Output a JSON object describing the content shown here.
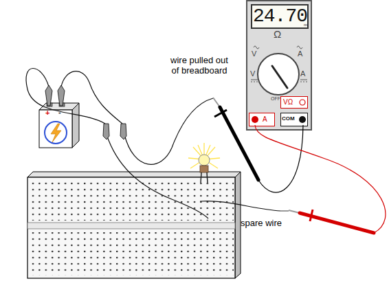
{
  "diagram": {
    "nodes": [
      {
        "text": [
          "Ω",
          "V",
          "A",
          "V",
          "A",
          "OFF"
        ]
      },
      {
        "text": [
          "24.70",
          "m"
        ],
        "in": 0
      },
      {
        "text": [
          "VΩ"
        ],
        "in": 0
      },
      {
        "text": [
          "A"
        ],
        "in": 0
      },
      {
        "text": [
          "COM"
        ],
        "in": 0
      },
      {
        "text": [
          "+",
          "-"
        ]
      }
    ],
    "labels": [
      "wire pulled out of breadboard",
      "spare wire"
    ]
  }
}
